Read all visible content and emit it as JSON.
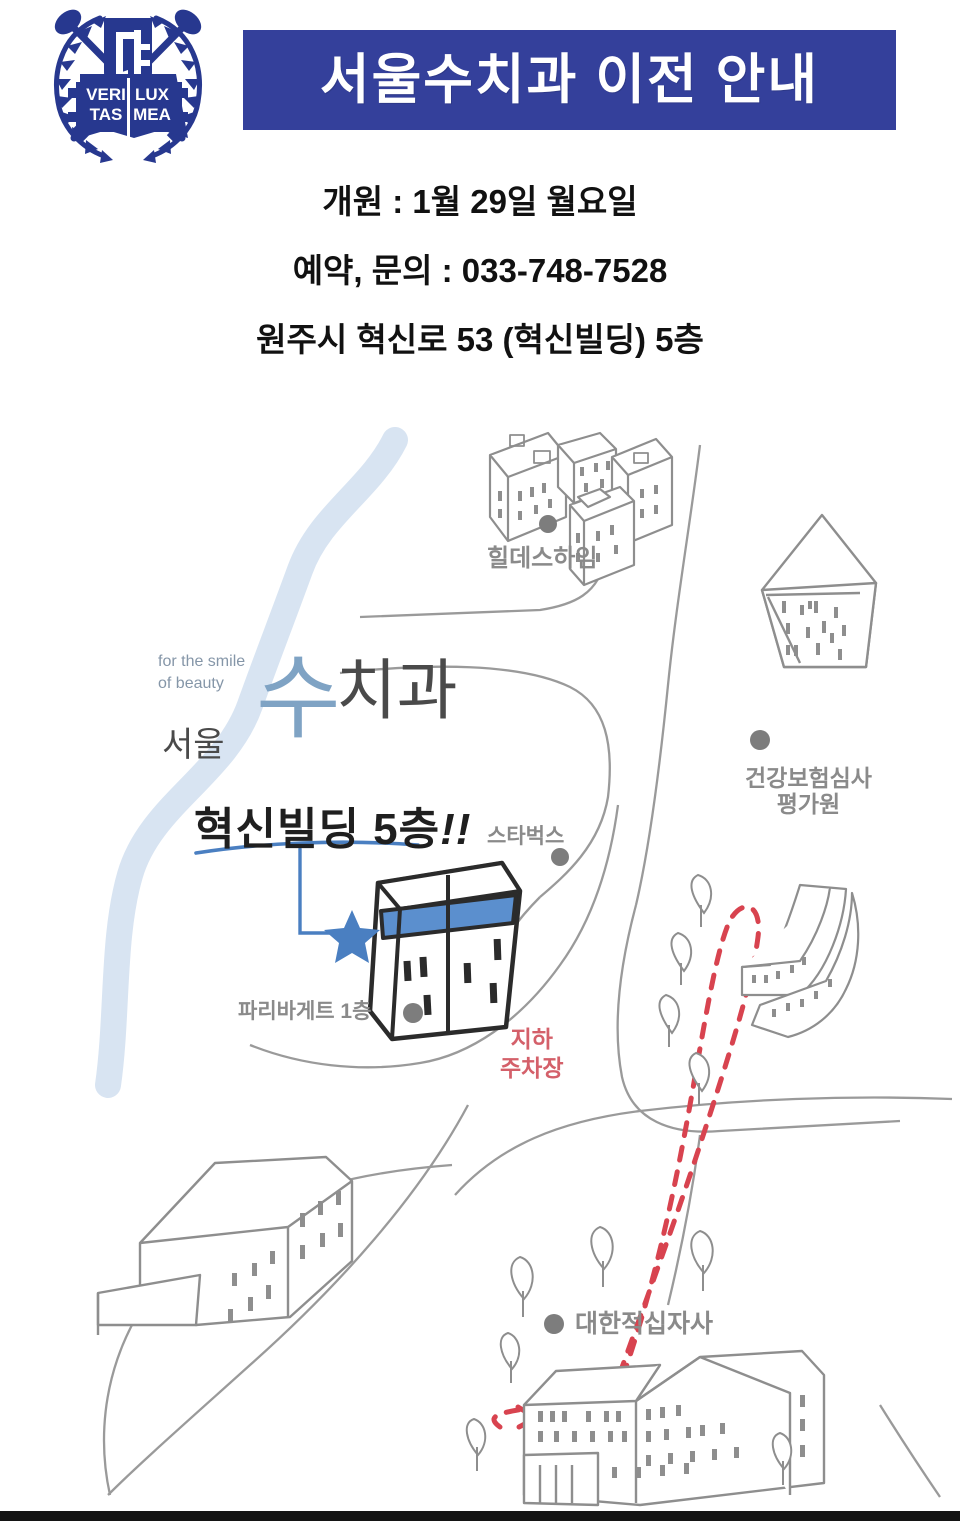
{
  "header": {
    "logo_name": "seoul-national-university-emblem",
    "logo_motto_lines": [
      "VERI",
      "TAS",
      "LUX",
      "MEA"
    ],
    "title": "서울수치과 이전 안내",
    "banner_color": "#34409B"
  },
  "info": {
    "opening": "개원 : 1월 29일 월요일",
    "contact": "예약, 문의 : 033-748-7528",
    "address": "원주시 혁신로 53 (혁신빌딩) 5층"
  },
  "clinic_logo": {
    "tagline": "for the smile\nof beauty",
    "brand_prefix": "서울",
    "brand_accent": "수",
    "brand_suffix": "치과",
    "floor_note": "혁신빌딩 5층",
    "floor_note_marks": "!!",
    "accent_color": "#7fa3c4",
    "underline_color": "#4a7fc1"
  },
  "map": {
    "labels": {
      "hildesheim": "힐데스하임",
      "hira_line1": "건강보험심사",
      "hira_line2": "평가원",
      "starbucks": "스타벅스",
      "paris_baguette": "파리바게트 1층",
      "parking_line1": "지하",
      "parking_line2": "주차장",
      "red_cross": "대한적십자사"
    },
    "colors": {
      "road_stroke": "#9a9a9a",
      "river": "#d8e4f2",
      "route_dashed": "#d8434f",
      "building_band": "#5B8FCE",
      "star": "#4a7fc1",
      "marker_dot": "#7d7d7d",
      "parking_text": "#D4606A"
    },
    "markers": [
      {
        "name": "hildesheim-dot",
        "label": "힐데스하임"
      },
      {
        "name": "hira-dot",
        "label": "건강보험심사평가원"
      },
      {
        "name": "starbucks-dot",
        "label": "스타벅스"
      },
      {
        "name": "paris-dot",
        "label": "파리바게트 1층"
      },
      {
        "name": "redcross-dot",
        "label": "대한적십자사"
      },
      {
        "name": "clinic-star",
        "label": "서울수치과"
      }
    ]
  }
}
